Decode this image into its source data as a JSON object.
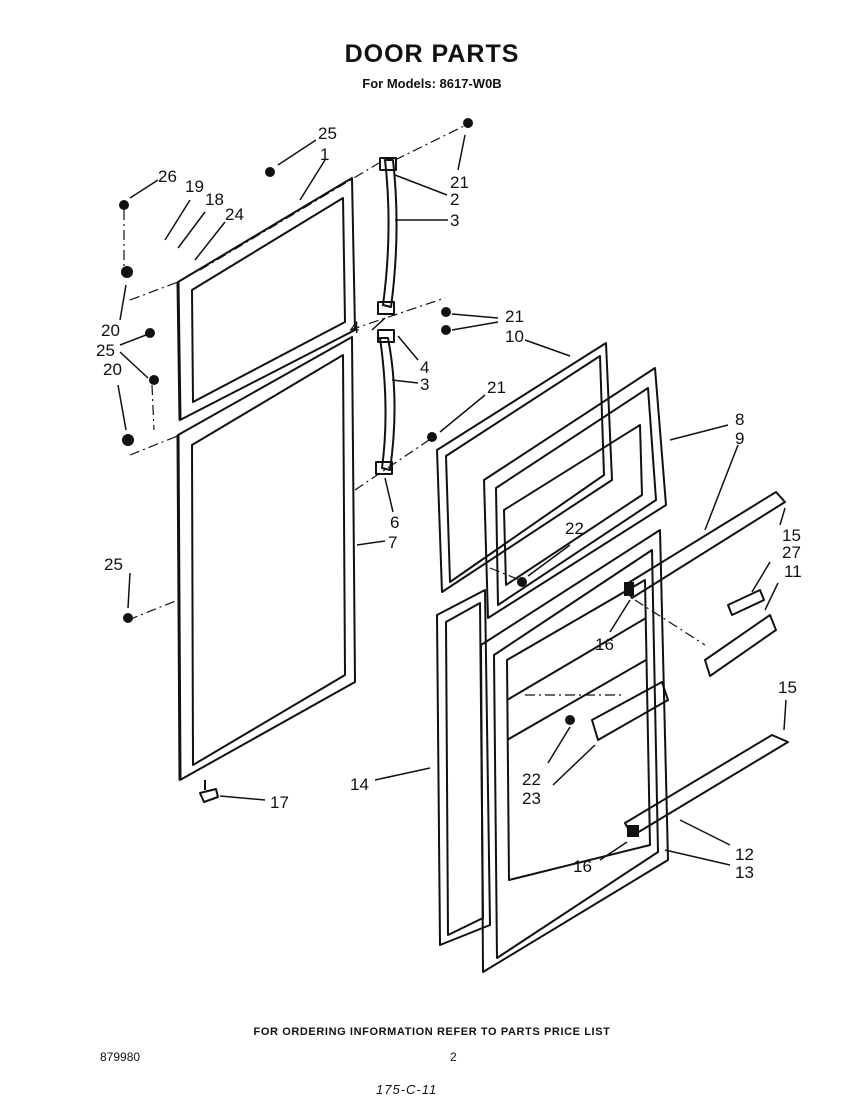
{
  "header": {
    "title": "DOOR PARTS",
    "subtitle": "For Models: 8617-W0B"
  },
  "callouts": [
    "25",
    "1",
    "26",
    "19",
    "18",
    "24",
    "20",
    "25",
    "20",
    "2",
    "21",
    "3",
    "21",
    "10",
    "4",
    "4",
    "3",
    "21",
    "6",
    "7",
    "25",
    "17",
    "8",
    "9",
    "22",
    "15",
    "27",
    "11",
    "16",
    "15",
    "14",
    "22",
    "23",
    "12",
    "13",
    "16"
  ],
  "footer": {
    "ordering_note": "FOR ORDERING INFORMATION REFER TO PARTS PRICE LIST",
    "document_number": "879980",
    "page_number": "2",
    "handwritten_note": "175-C-11"
  }
}
